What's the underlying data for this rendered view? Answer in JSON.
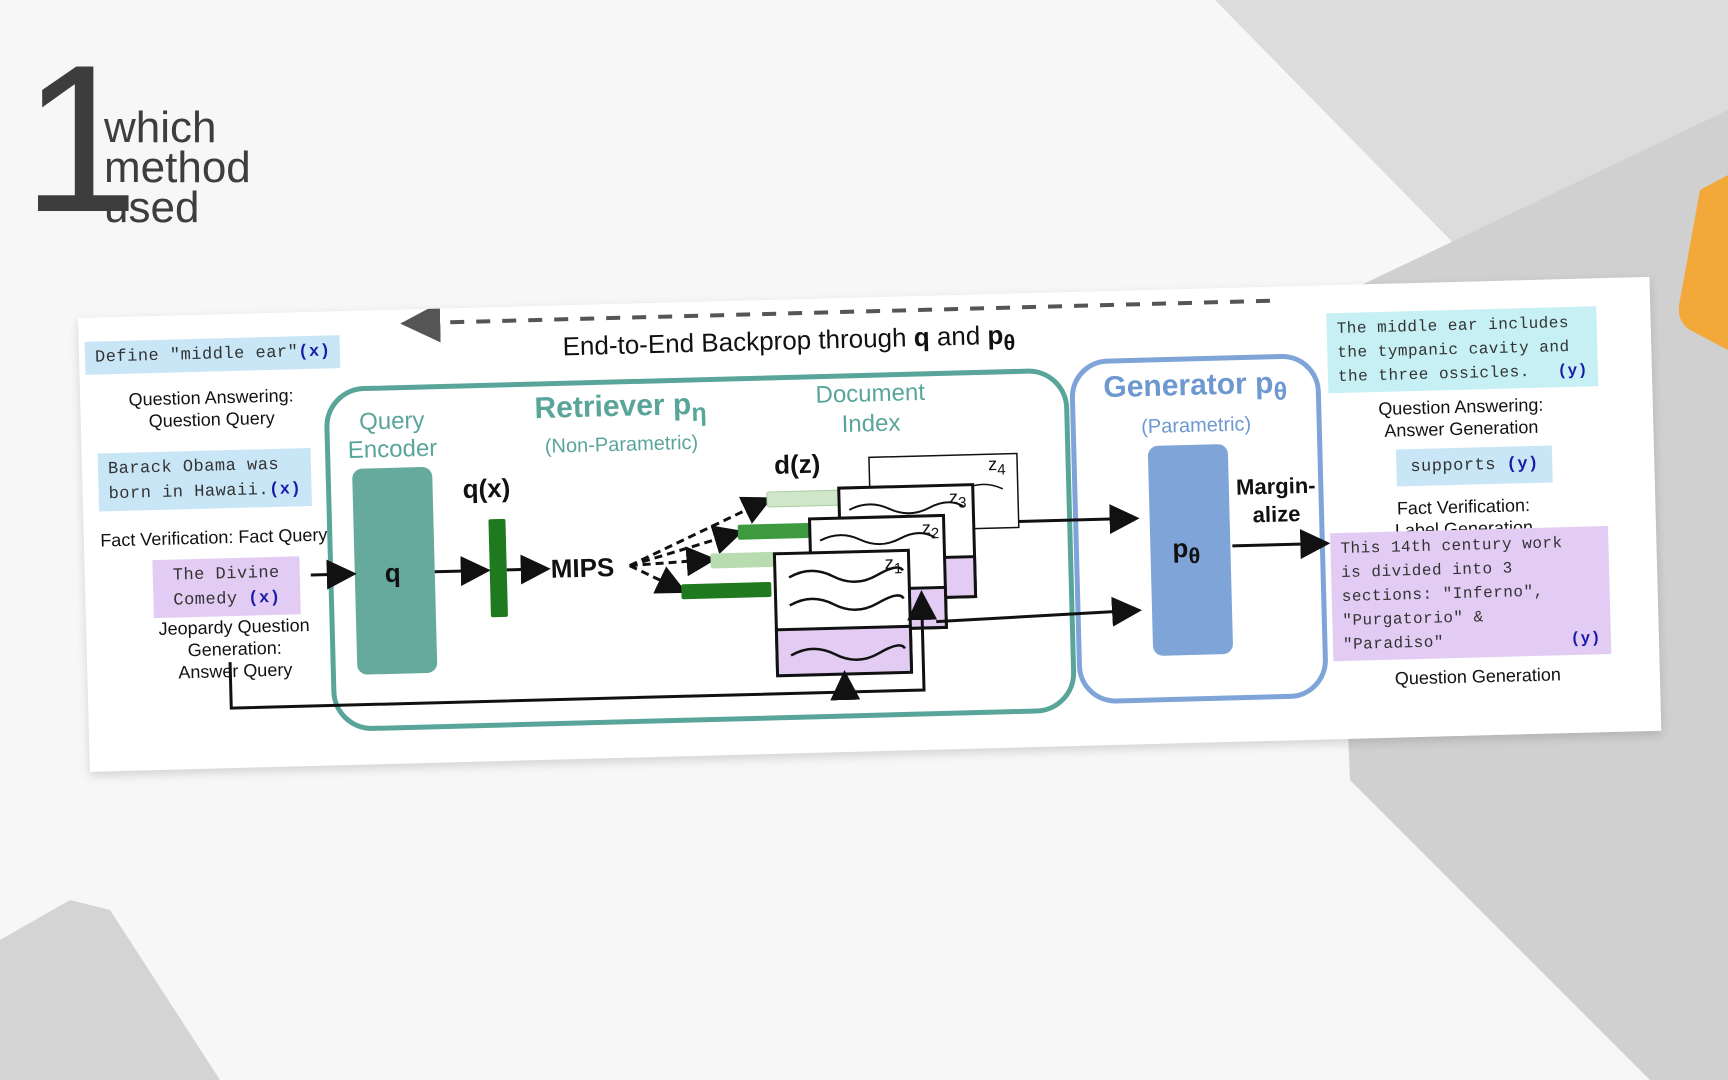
{
  "slide": {
    "number": "1",
    "caption_lines": [
      "which",
      "method",
      "used"
    ]
  },
  "figure": {
    "backprop_label_prefix": "End-to-End Backprop through",
    "backprop_q": "q",
    "backprop_and": "and",
    "backprop_p": "p",
    "backprop_p_sub": "θ",
    "inputs": [
      {
        "text": "Define \"middle ear\"",
        "tag": "(x)",
        "task_lines": [
          "Question Answering:",
          "Question Query"
        ]
      },
      {
        "text_lines": [
          "Barack Obama was",
          "born in Hawaii."
        ],
        "tag": "(x)",
        "task_lines": [
          "Fact Verification: Fact Query"
        ]
      },
      {
        "text_lines": [
          "The Divine",
          "Comedy"
        ],
        "tag": "(x)",
        "task_lines": [
          "Jeopardy Question",
          "Generation:",
          "Answer Query"
        ]
      }
    ],
    "retriever": {
      "query_encoder_lines": [
        "Query",
        "Encoder"
      ],
      "title": "Retriever p",
      "title_sub": "η",
      "subtitle": "(Non-Parametric)",
      "doc_index_lines": [
        "Document",
        "Index"
      ],
      "q_label": "q",
      "qx_label": "q(x)",
      "mips_label": "MIPS",
      "dz_label": "d(z)",
      "z_labels": [
        "z",
        "z",
        "z",
        "z"
      ],
      "z_subs": [
        "1",
        "2",
        "3",
        "4"
      ]
    },
    "generator": {
      "title": "Generator p",
      "title_sub": "θ",
      "subtitle": "(Parametric)",
      "p_label": "p",
      "p_sub": "θ",
      "marginalize_lines": [
        "Margin-",
        "alize"
      ]
    },
    "outputs": [
      {
        "text_lines": [
          "The middle ear includes",
          "the tympanic cavity and",
          "the three ossicles."
        ],
        "tag": "(y)",
        "task_lines": [
          "Question Answering:",
          "Answer Generation"
        ]
      },
      {
        "text": "supports",
        "tag": "(y)",
        "task_lines": [
          "Fact Verification:",
          "Label Generation"
        ]
      },
      {
        "text_lines": [
          "This 14th century work",
          "is divided into 3",
          "sections: \"Inferno\",",
          "\"Purgatorio\" &",
          "\"Paradiso\""
        ],
        "tag": "(y)",
        "task_lines": [
          "Question Generation"
        ]
      }
    ],
    "colors": {
      "teal": "#5aa59a",
      "teal_fill": "#66aa9e",
      "blue": "#7ea4d8",
      "dark_green": "#1f7a1f",
      "light_green": "#b9dbb0",
      "purple": "#e2ccf4",
      "cyan_box": "#c9e6f6"
    }
  }
}
